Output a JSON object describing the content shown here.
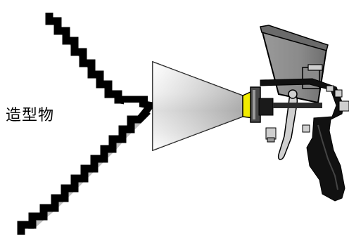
{
  "label": {
    "text": "造型物"
  },
  "colors": {
    "outline": "#000000",
    "shadow": "#bdbdbd",
    "cup": "#8a8a8a",
    "cup_light": "#b5b5b5",
    "nozzle_cap": "#f2ec00",
    "handle": "#111111",
    "metal": "#cfcfcf",
    "cone_light": "#ffffff",
    "cone_mid": "#c8c8c8",
    "cone_dark": "#9a9a9a"
  },
  "icons": {
    "spray_gun": "spray-gun-icon",
    "spray_cone": "spray-cone",
    "object_profile": "stepped-object-profile"
  }
}
